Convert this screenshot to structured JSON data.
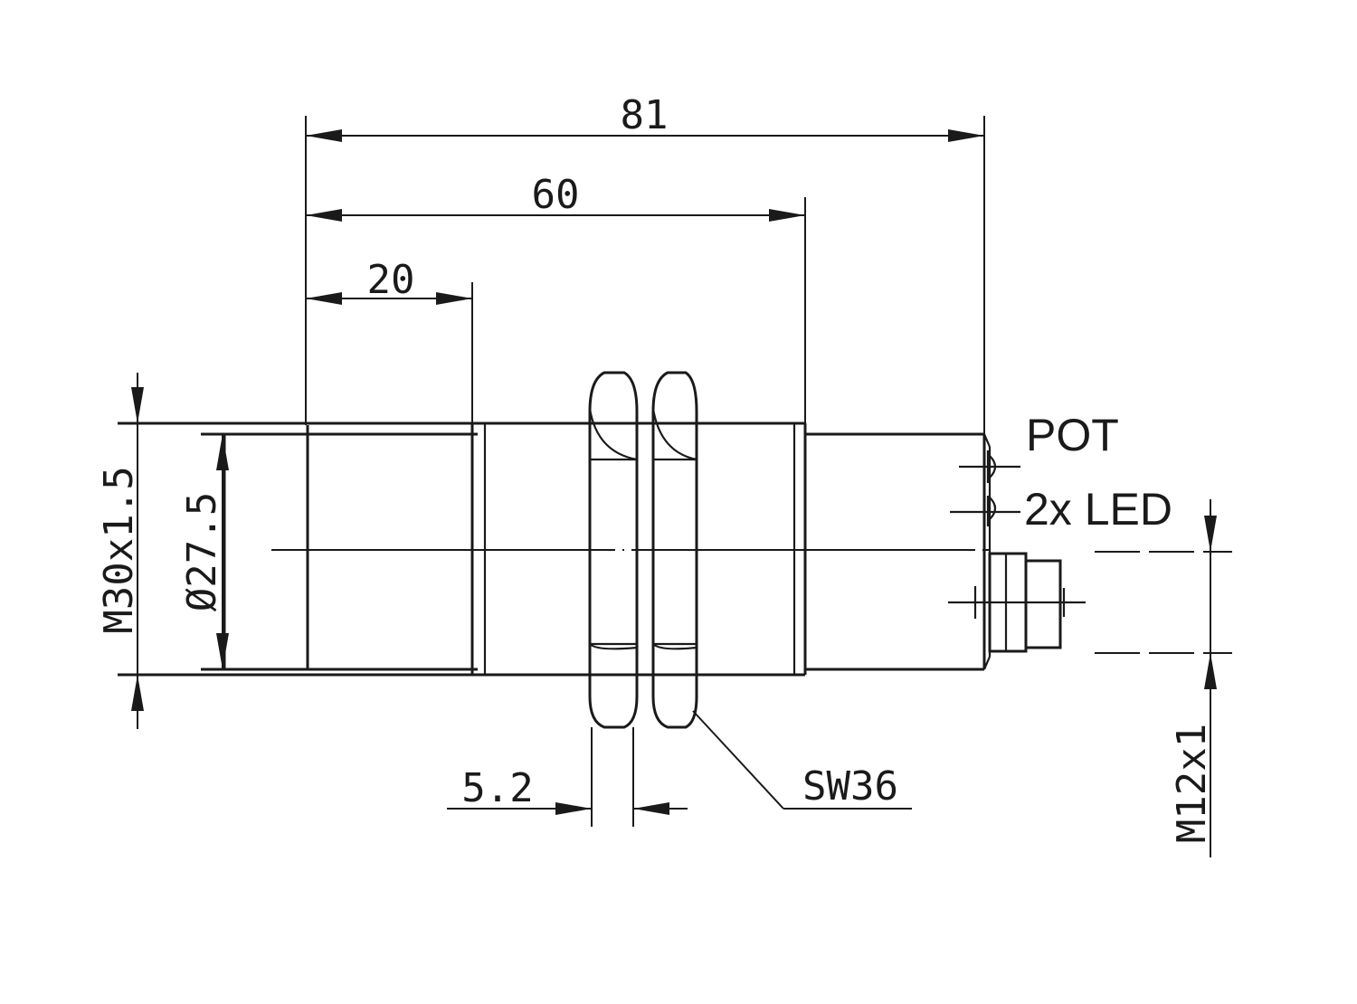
{
  "dimensions": {
    "overall_length": "81",
    "thread_length": "60",
    "front_length": "20",
    "nut_thickness": "5.2",
    "wrench_size": "SW36",
    "thread_major": "M30x1.5",
    "inner_diameter": "Ø27.5",
    "connector_thread": "M12x1"
  },
  "callouts": {
    "potentiometer": "POT",
    "leds": "2x LED"
  }
}
